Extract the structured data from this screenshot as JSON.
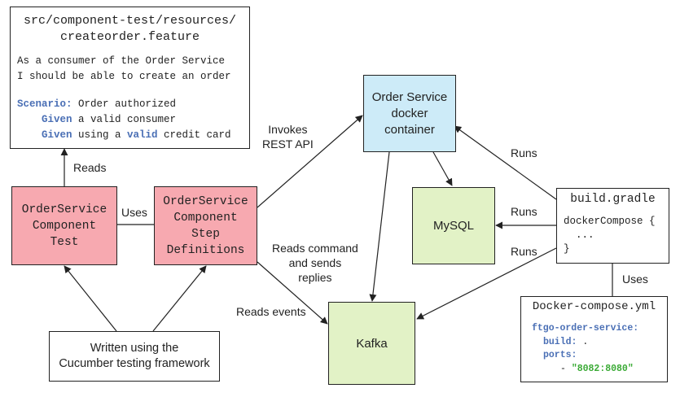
{
  "feature_box": {
    "path_line1": "src/component-test/resources/",
    "path_line2": "createorder.feature",
    "desc_line1": "As a consumer of the Order Service",
    "desc_line2": "I should be able to create an order",
    "scenario_kw": "Scenario:",
    "scenario_text": " Order authorized",
    "given_kw": "Given",
    "given1_text": " a valid consumer",
    "given2_text_a": " using a ",
    "valid_kw": "valid",
    "given2_text_b": " credit card"
  },
  "component_test": {
    "line1": "OrderService",
    "line2": "Component",
    "line3": "Test"
  },
  "step_defs": {
    "line1": "OrderService",
    "line2": "Component",
    "line3": "Step",
    "line4": "Definitions"
  },
  "order_service": {
    "line1": "Order Service",
    "line2": "docker",
    "line3": "container"
  },
  "mysql": {
    "label": "MySQL"
  },
  "kafka": {
    "label": "Kafka"
  },
  "cucumber": {
    "line1": "Written using the",
    "line2": "Cucumber testing framework"
  },
  "build_gradle": {
    "title": "build.gradle",
    "line1": "dockerCompose {",
    "line2": "  ...",
    "line3": "}"
  },
  "docker_compose": {
    "title": "Docker-compose.yml",
    "line1": "ftgo-order-service:",
    "line2_kw": "build:",
    "line2_val": " .",
    "line3": "ports:",
    "line4_dash": "- ",
    "line4_val": "\"8082:8080\""
  },
  "edge_labels": {
    "reads": "Reads",
    "uses_left": "Uses",
    "invokes_1": "Invokes",
    "invokes_2": "REST API",
    "runs_top": "Runs",
    "runs_mid": "Runs",
    "runs_bottom": "Runs",
    "uses_right": "Uses",
    "reads_cmd_1": "Reads command",
    "reads_cmd_2": "and sends",
    "reads_cmd_3": "replies",
    "reads_events": "Reads events"
  },
  "colors": {
    "pink": "#f7a9b0",
    "blue": "#cdebf8",
    "green": "#e2f2c6",
    "keyword": "#4a6fb5",
    "string": "#3aaa35"
  }
}
